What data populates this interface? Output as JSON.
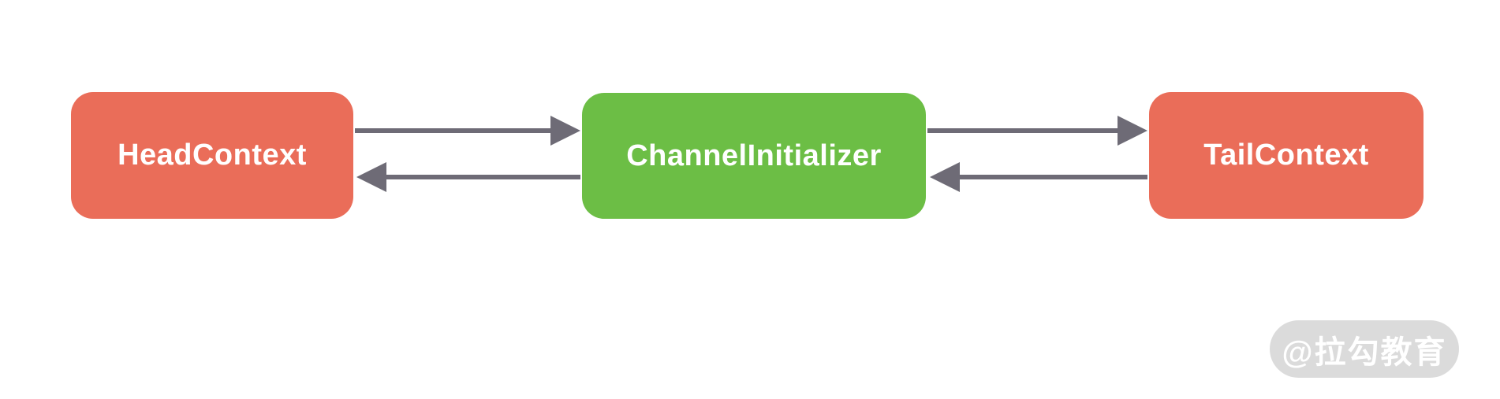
{
  "diagram": {
    "background_color": "#ffffff",
    "arrow_color": "#6E6B76",
    "nodes": [
      {
        "id": "head",
        "label": "HeadContext",
        "color": "#EA6D59",
        "text_color": "#ffffff"
      },
      {
        "id": "initializer",
        "label": "ChannelInitializer",
        "color": "#6CBE45",
        "text_color": "#ffffff"
      },
      {
        "id": "tail",
        "label": "TailContext",
        "color": "#EA6D59",
        "text_color": "#ffffff"
      }
    ],
    "edges": [
      {
        "from": "head",
        "to": "initializer",
        "direction": "right"
      },
      {
        "from": "initializer",
        "to": "head",
        "direction": "left"
      },
      {
        "from": "initializer",
        "to": "tail",
        "direction": "right"
      },
      {
        "from": "tail",
        "to": "initializer",
        "direction": "left"
      }
    ]
  },
  "watermark": {
    "label": "@拉勾教育",
    "background": "#DBDBDB",
    "text_color": "#FFFFFF"
  }
}
